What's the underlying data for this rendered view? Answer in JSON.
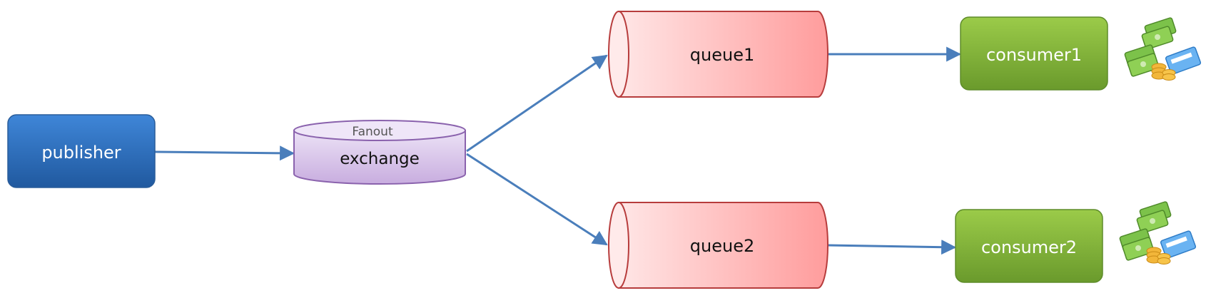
{
  "diagram": {
    "publisher": {
      "label": "publisher"
    },
    "exchange": {
      "type_label": "Fanout",
      "label": "exchange"
    },
    "queues": [
      {
        "label": "queue1"
      },
      {
        "label": "queue2"
      }
    ],
    "consumers": [
      {
        "label": "consumer1",
        "icon": "money-icon"
      },
      {
        "label": "consumer2",
        "icon": "money-icon"
      }
    ],
    "colors": {
      "publisher": "#2e6dbd",
      "exchange": "#dccbee",
      "queue": "#ffaaaa",
      "consumer": "#7fb23a",
      "edge": "#4a7ebb"
    }
  }
}
